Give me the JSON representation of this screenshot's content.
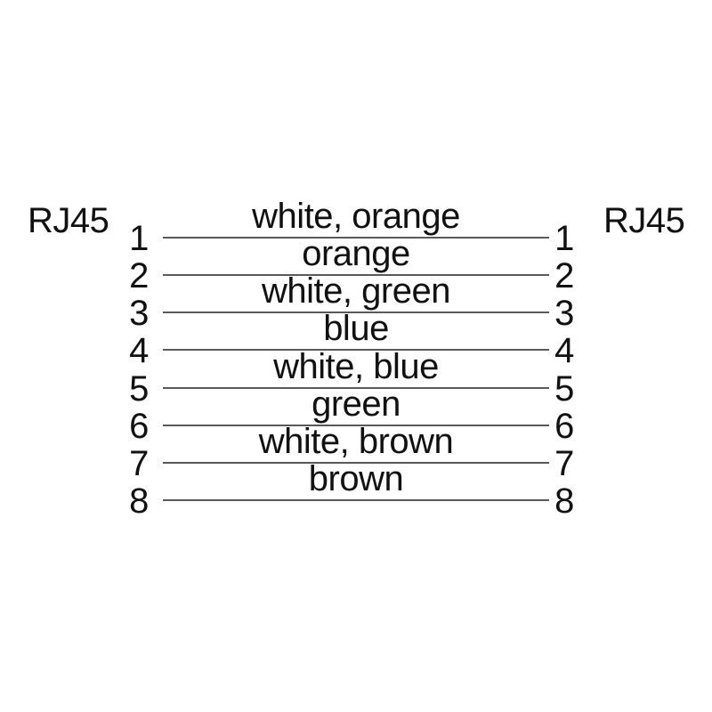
{
  "diagram": {
    "type": "cable-pinout",
    "left_connector_label": "RJ45",
    "right_connector_label": "RJ45",
    "pin_rows": [
      {
        "left_pin": "1",
        "wire_label": "white, orange",
        "right_pin": "1"
      },
      {
        "left_pin": "2",
        "wire_label": "orange",
        "right_pin": "2"
      },
      {
        "left_pin": "3",
        "wire_label": "white, green",
        "right_pin": "3"
      },
      {
        "left_pin": "4",
        "wire_label": "blue",
        "right_pin": "4"
      },
      {
        "left_pin": "5",
        "wire_label": "white, blue",
        "right_pin": "5"
      },
      {
        "left_pin": "6",
        "wire_label": "green",
        "right_pin": "6"
      },
      {
        "left_pin": "7",
        "wire_label": "white, brown",
        "right_pin": "7"
      },
      {
        "left_pin": "8",
        "wire_label": "brown",
        "right_pin": "8"
      }
    ],
    "colors": {
      "text": "#111111",
      "line": "#58595b",
      "background": "#ffffff"
    }
  }
}
